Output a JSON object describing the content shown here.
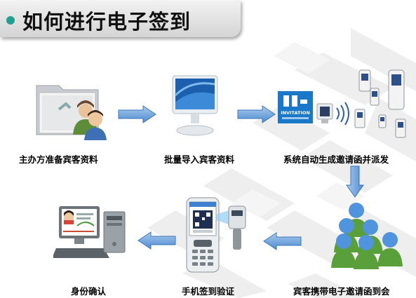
{
  "title": "如何进行电子签到",
  "steps": [
    {
      "label": "主办方准备宾客资料",
      "icon": "folder-people-icon"
    },
    {
      "label": "批量导入宾客资料",
      "icon": "monitor-icon"
    },
    {
      "label": "系统自动生成邀请函并派发",
      "icon": "invitation-phones-icon"
    },
    {
      "label": "宾客携带电子邀请函到会",
      "icon": "people-group-icon"
    },
    {
      "label": "手机签到验证",
      "icon": "phone-scanner-icon"
    },
    {
      "label": "身份确认",
      "icon": "computer-profile-icon"
    }
  ],
  "invitation_card_text": "INVITATION",
  "colors": {
    "accent": "#21a08f",
    "arrow": "#5f9bd6",
    "arrow_dark": "#3a76b8",
    "background_pattern": "#f0f0f0"
  }
}
